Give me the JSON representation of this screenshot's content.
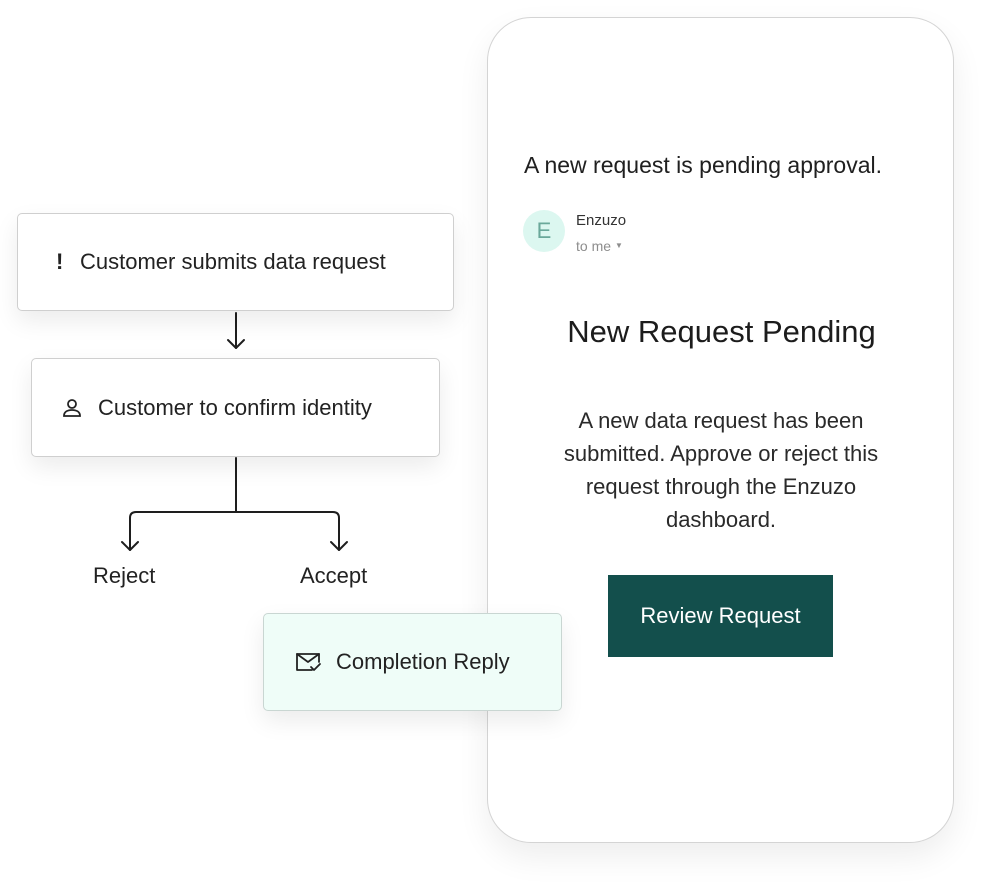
{
  "email": {
    "subject": "A new request is pending approval.",
    "avatar_letter": "E",
    "sender": "Enzuzo",
    "recipient": "to me",
    "heading": "New Request Pending",
    "body": "A new data request has been submitted. Approve or reject this request through the Enzuzo dashboard.",
    "button_label": "Review Request",
    "button_color": "#134f4c",
    "avatar_bg": "#dcf7f0"
  },
  "flow": {
    "step1": {
      "icon": "exclamation-icon",
      "label": "Customer submits data request"
    },
    "step2": {
      "icon": "person-icon",
      "label": "Customer to confirm identity"
    },
    "branches": {
      "reject": "Reject",
      "accept": "Accept"
    },
    "step3": {
      "icon": "mail-check-icon",
      "label": "Completion Reply",
      "bg": "#effdf8"
    }
  }
}
